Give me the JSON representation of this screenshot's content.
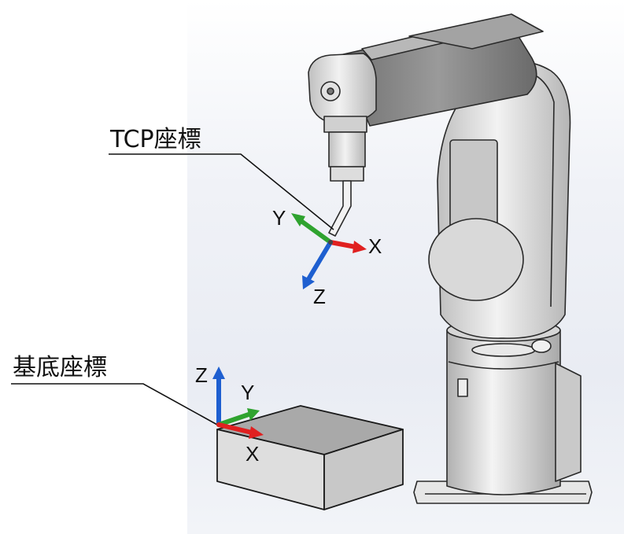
{
  "tcp_frame": {
    "title": "TCP座標",
    "axis_x": "X",
    "axis_y": "Y",
    "axis_z": "Z"
  },
  "base_frame": {
    "title": "基底座標",
    "axis_x": "X",
    "axis_y": "Y",
    "axis_z": "Z"
  },
  "colors": {
    "x_axis": "#e02020",
    "y_axis": "#2fa32f",
    "z_axis": "#1e5fd0",
    "robot_body": "#dcdcdc",
    "robot_dark": "#8a8a8a",
    "box_front": "#dedede",
    "box_top": "#a9a9a9",
    "box_side": "#c8c8c8",
    "leader_line": "#111111"
  },
  "icons": [
    "robot-arm",
    "base-box",
    "tcp-axis-triad",
    "base-axis-triad"
  ]
}
